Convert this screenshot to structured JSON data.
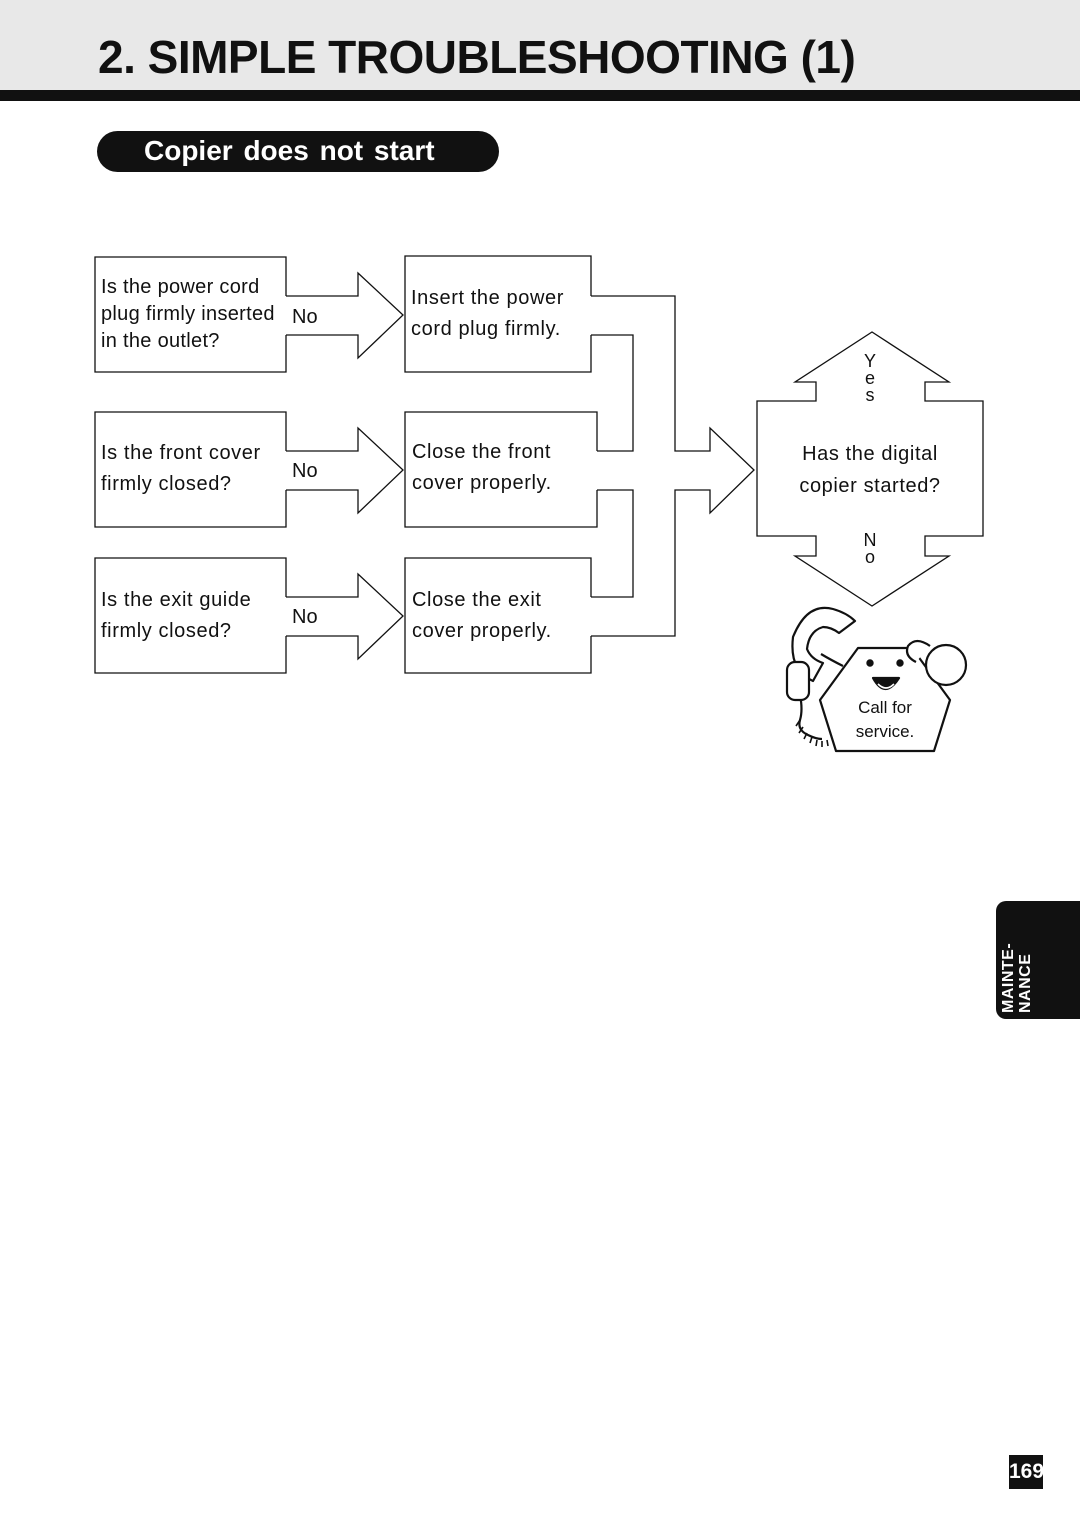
{
  "header": {
    "title": "2. SIMPLE TROUBLESHOOTING (1)"
  },
  "section": {
    "title": "Copier does not start"
  },
  "flowchart": {
    "checks": [
      {
        "question": "Is the power cord\nplug firmly inserted\nin the outlet?",
        "answer": "No",
        "action": "Insert the power\ncord plug firmly."
      },
      {
        "question": "Is the front cover\nfirmly closed?",
        "answer": "No",
        "action": "Close the front\ncover properly."
      },
      {
        "question": "Is the exit guide\nfirmly closed?",
        "answer": "No",
        "action": "Close the exit\ncover properly."
      }
    ],
    "decision": {
      "question": "Has the digital\ncopier started?",
      "yes_label": "Y\ne\ns",
      "no_label": "N\no"
    },
    "service": {
      "text": "Call for\nservice."
    }
  },
  "side_tab": {
    "label": "MAINTE-\nNANCE"
  },
  "footer": {
    "page_number": "169"
  }
}
